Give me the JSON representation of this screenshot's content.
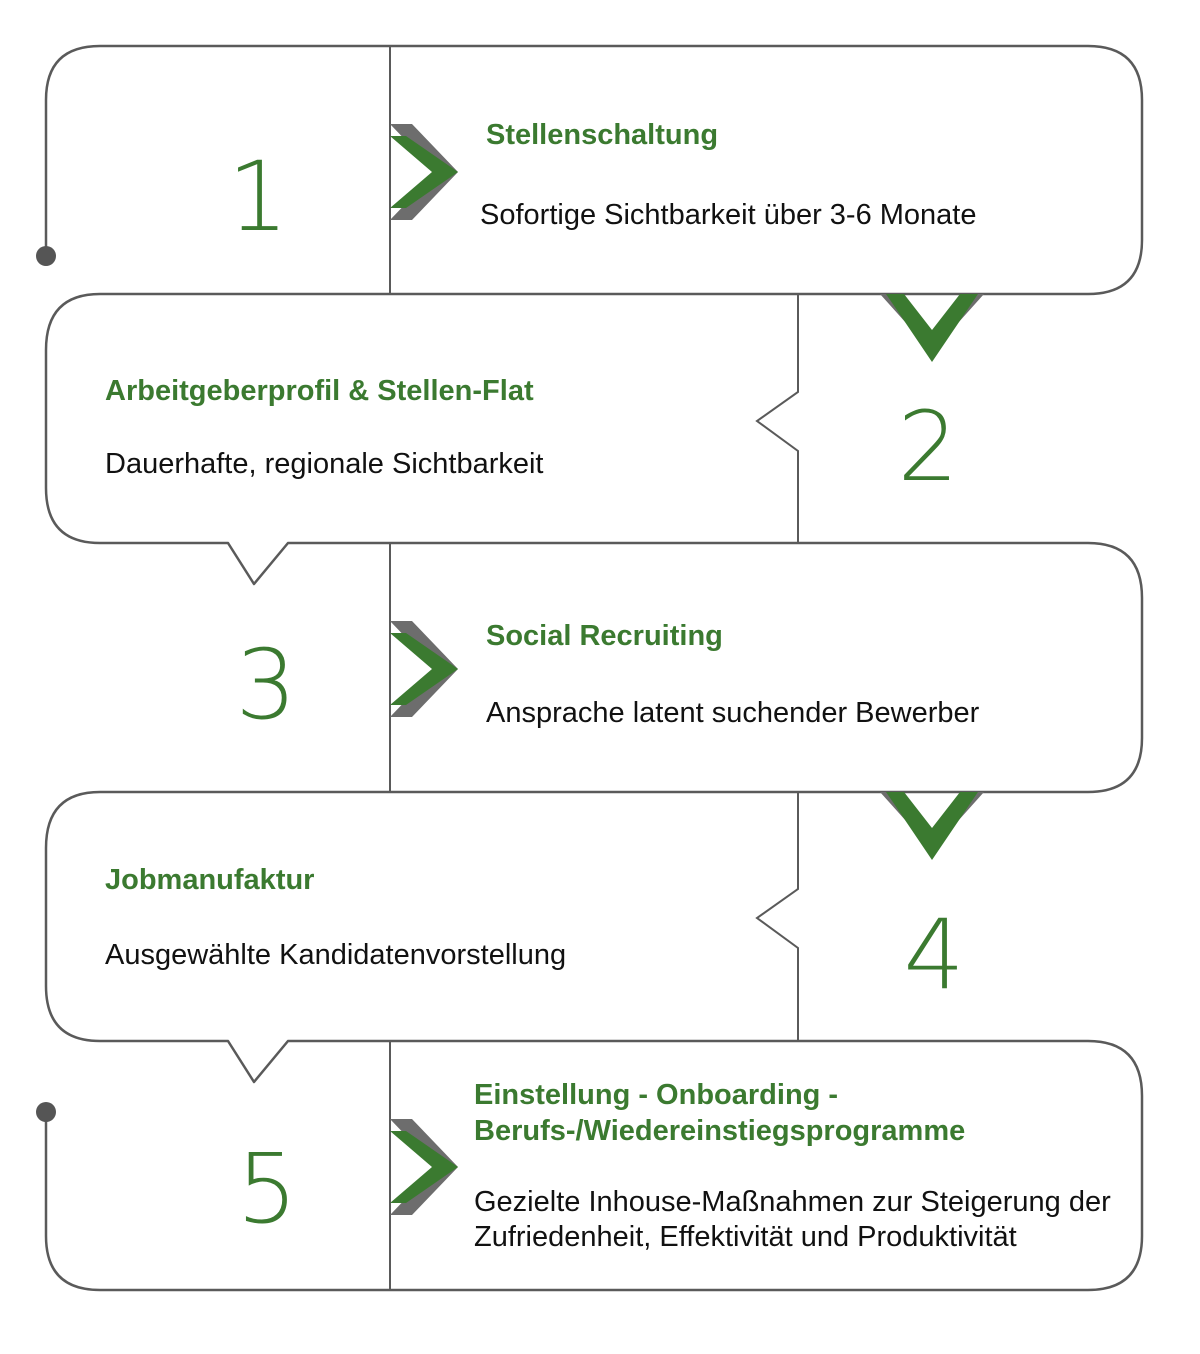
{
  "steps": [
    {
      "number": "1",
      "title": "Stellenschaltung",
      "description": [
        "Sofortige Sichtbarkeit über 3-6 Monate"
      ]
    },
    {
      "number": "2",
      "title": "Arbeitgeberprofil & Stellen-Flat",
      "description": [
        "Dauerhafte, regionale Sichtbarkeit"
      ]
    },
    {
      "number": "3",
      "title": "Social Recruiting",
      "description": [
        "Ansprache latent suchender Bewerber"
      ]
    },
    {
      "number": "4",
      "title": "Jobmanufaktur",
      "description": [
        "Ausgewählte Kandidatenvorstellung"
      ]
    },
    {
      "number": "5",
      "title_lines": [
        "Einstellung - Onboarding  -",
        "Berufs-/Wiedereinstiegsprogramme"
      ],
      "description": [
        "Gezielte Inhouse-Maßnahmen zur Steigerung der",
        "Zufriedenheit, Effektivität und Produktivität"
      ]
    }
  ],
  "colors": {
    "accent": "#3b7a30",
    "outline": "#5a5a5a",
    "text": "#111111"
  }
}
